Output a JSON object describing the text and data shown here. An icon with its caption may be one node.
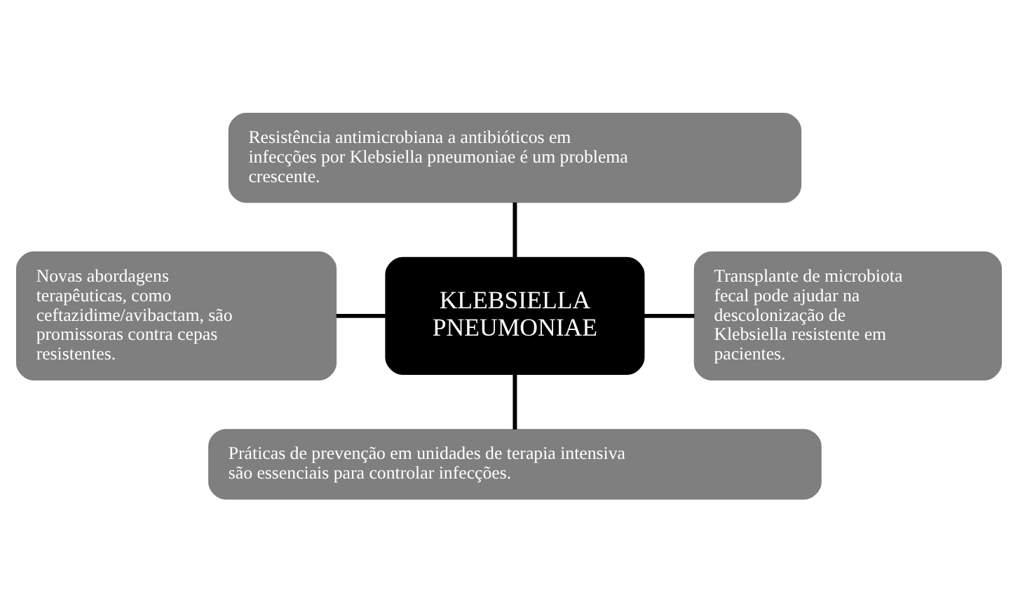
{
  "diagram": {
    "nodes": [
      {
        "text": [
          "Resistência antimicrobiana a antibióticos em infecções por Klebsiella pneumoniae é um problema crescente."
        ]
      },
      {
        "text": [
          "Novas abordagens terapêuticas, como ceftazidime/avibactam, são promissoras contra cepas resistentes."
        ]
      },
      {
        "text": [
          "KLEBSIELLA PNEUMONIAE"
        ]
      },
      {
        "text": [
          "Transplante de microbiota fecal pode ajudar na descolonização de Klebsiella resistente em pacientes."
        ]
      },
      {
        "text": [
          "Práticas de prevenção em unidades de terapia intensiva são essenciais para controlar infecções."
        ]
      }
    ],
    "edges": [
      {
        "from": 2,
        "to": 0,
        "arrow": "none"
      },
      {
        "from": 2,
        "to": 1,
        "arrow": "none"
      },
      {
        "from": 2,
        "to": 3,
        "arrow": "none"
      },
      {
        "from": 2,
        "to": 4,
        "arrow": "none"
      }
    ]
  }
}
